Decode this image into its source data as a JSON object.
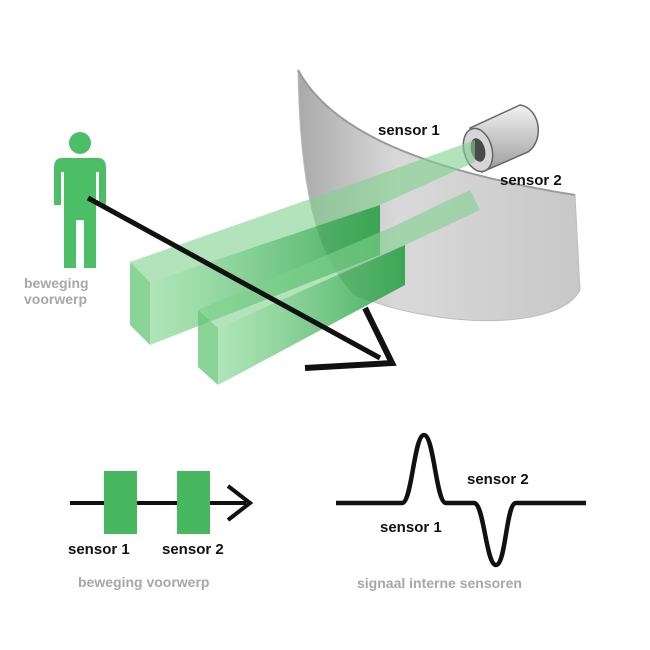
{
  "labels": {
    "sensor_1_top": "sensor 1",
    "sensor_2_top": "sensor 2",
    "beweging_line1": "beweging",
    "beweging_line2": "voorwerp",
    "sensor_1_bottom": "sensor 1",
    "sensor_2_bottom": "sensor 2",
    "beweging_voorwerp": "beweging voorwerp",
    "signal_sensor_1": "sensor 1",
    "signal_sensor_2": "sensor 2",
    "signaal_caption": "signaal interne sensoren"
  },
  "colors": {
    "beam_green": "#57c06c",
    "person_green": "#4cbf66",
    "block_green": "#47b85f",
    "arrow_black": "#111111",
    "label_grey": "#a7a7a7",
    "wall_grey": "#d2d2d2"
  },
  "icons": {
    "person": "person-icon",
    "sensor": "sensor-cylinder-icon"
  }
}
